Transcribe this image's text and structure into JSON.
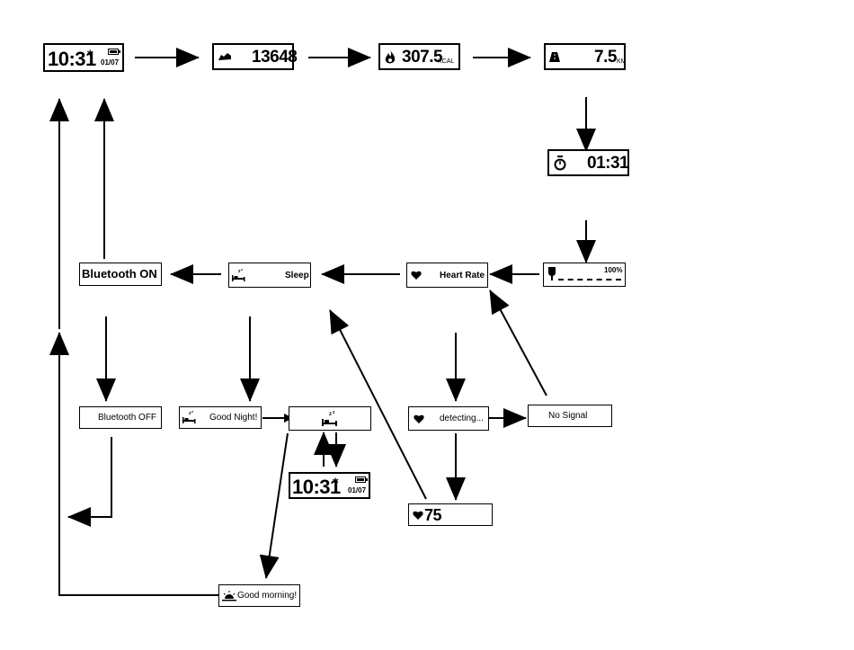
{
  "screens": {
    "time_main": {
      "time": "10:31",
      "bt": "∗",
      "date": "01/07"
    },
    "steps": {
      "value": "13648"
    },
    "calories": {
      "value": "307.5",
      "unit": "KCAL"
    },
    "distance": {
      "value": "7.5",
      "unit": "KM"
    },
    "timer": {
      "value": "01:31"
    },
    "battery": {
      "percent": "100%",
      "level": 1.0
    },
    "heart_rate": {
      "label": "Heart Rate"
    },
    "sleep": {
      "label": "Sleep"
    },
    "bluetooth_on": {
      "label": "Bluetooth ON"
    },
    "bluetooth_off": {
      "label": "Bluetooth OFF"
    },
    "good_night": {
      "label": "Good Night!"
    },
    "detecting": {
      "label": "detecting..."
    },
    "no_signal": {
      "label": "No Signal"
    },
    "hr_value": {
      "value": "75"
    },
    "time_sleep": {
      "time": "10:31",
      "bt": "∗",
      "date": "01/07"
    },
    "good_morning": {
      "label": "Good morning!"
    }
  },
  "icons": {
    "steps": "shoe-icon",
    "calories": "flame-icon",
    "distance": "road-icon",
    "timer": "stopwatch-icon",
    "battery": "battery-plug-icon",
    "heart": "heart-icon",
    "sleep": "bed-icon",
    "sunrise": "sunrise-icon"
  }
}
